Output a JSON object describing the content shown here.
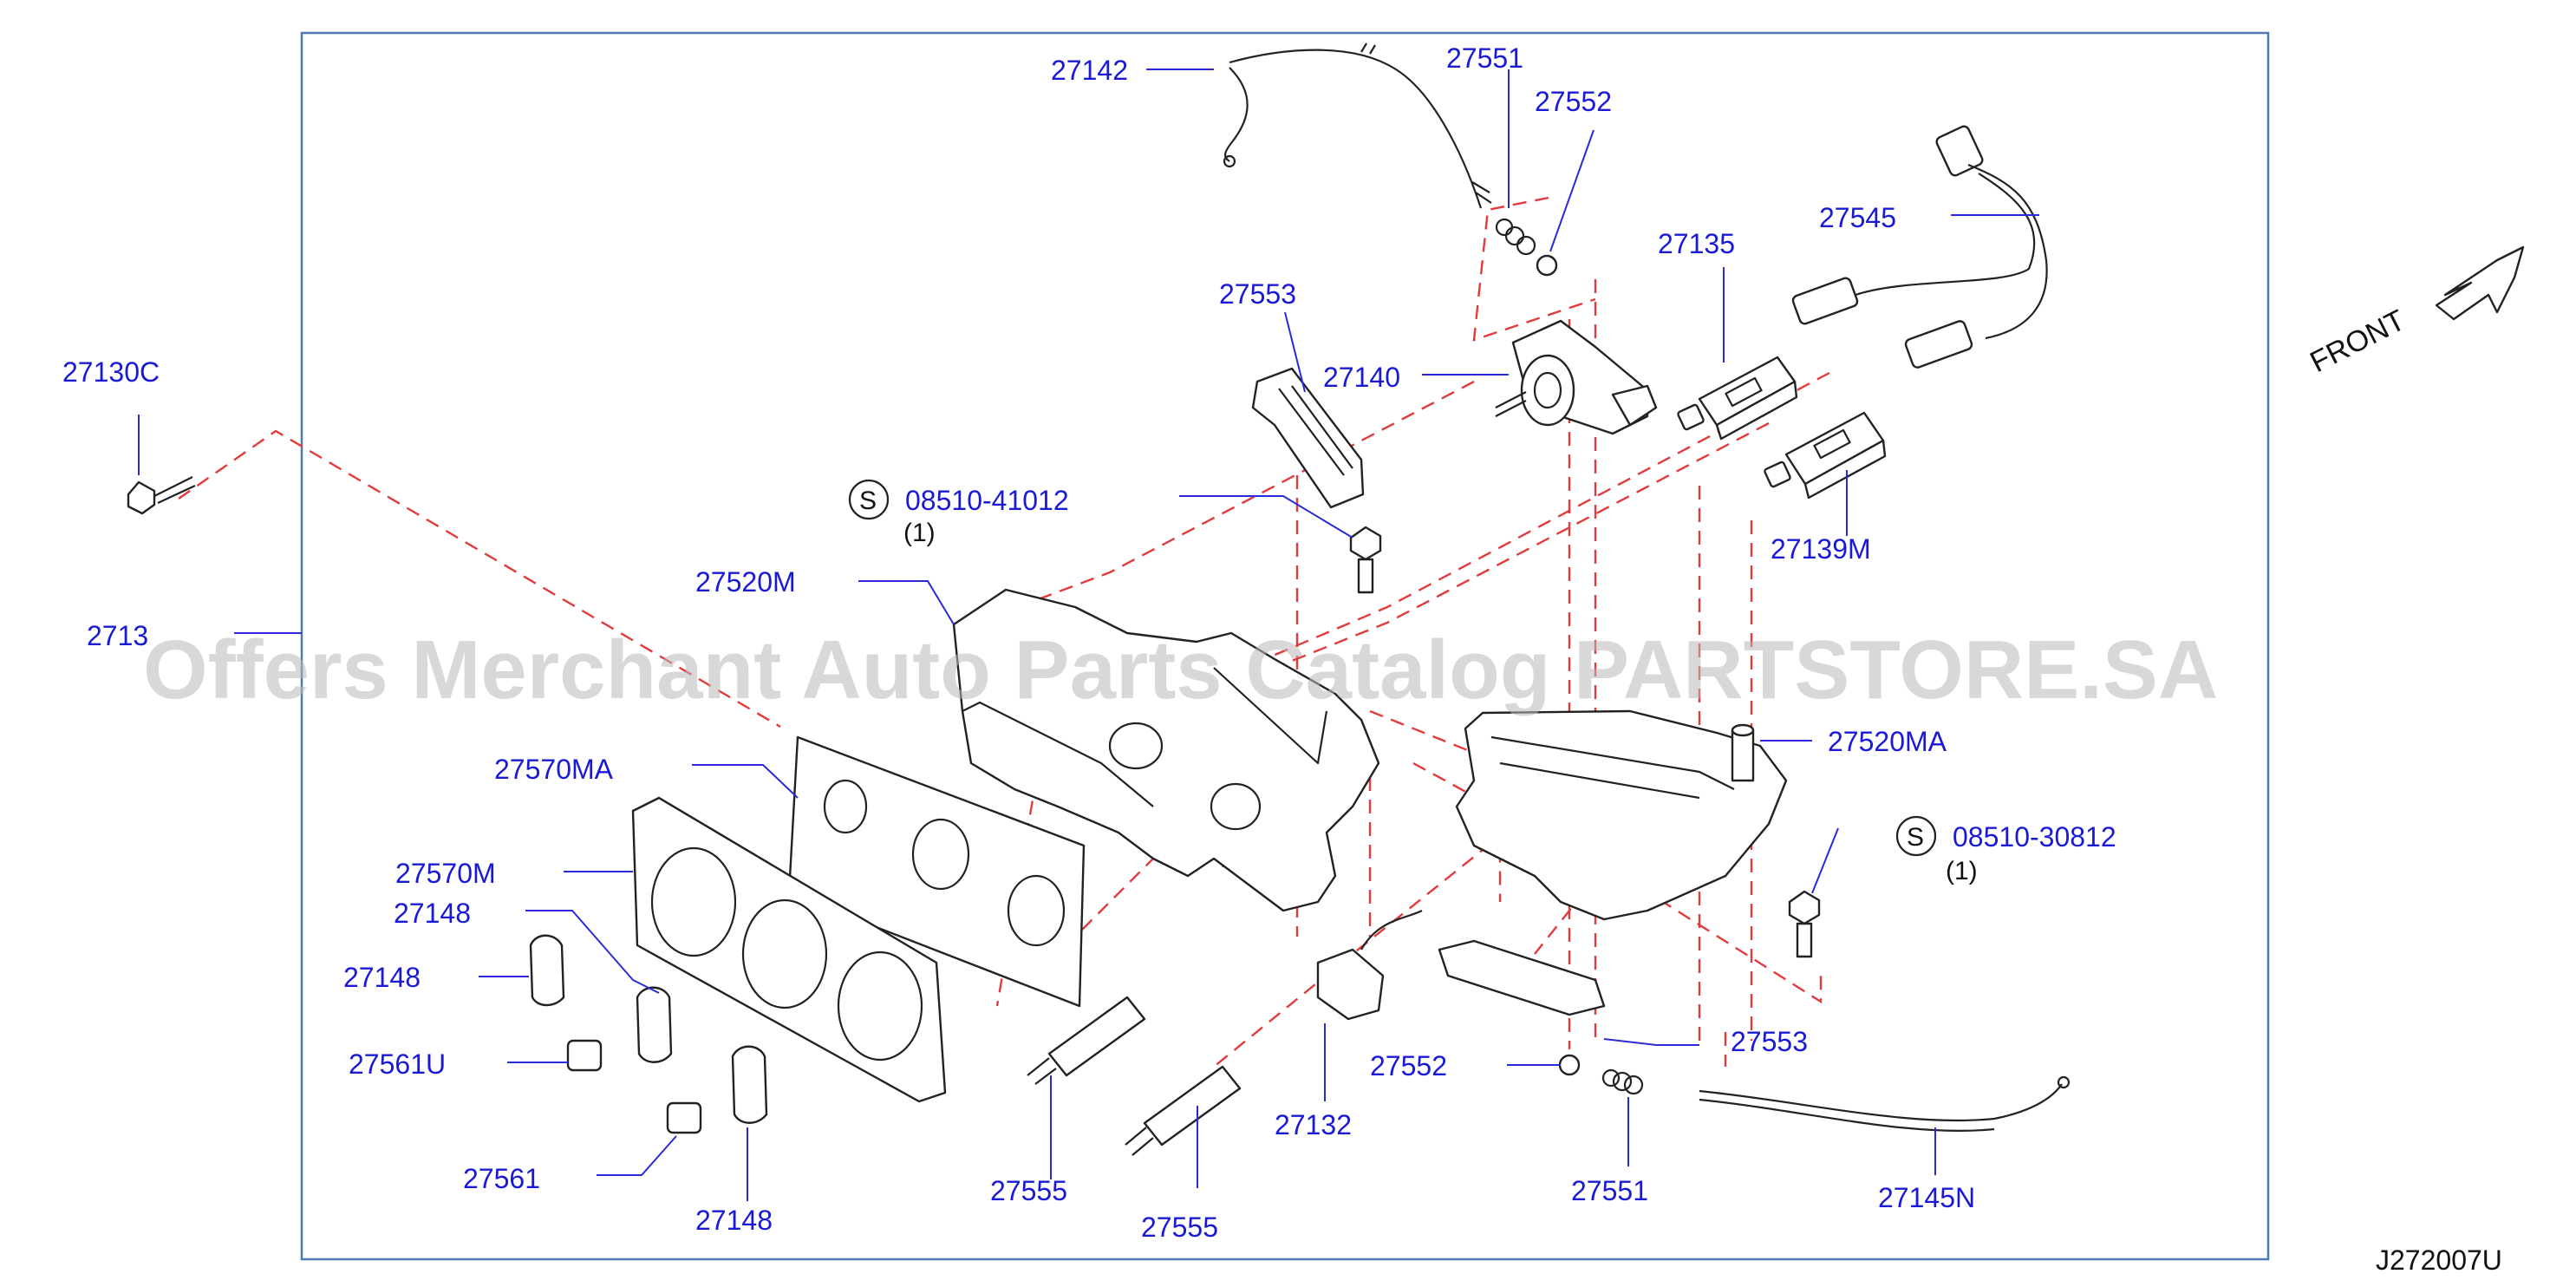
{
  "labels": {
    "p27142": "27142",
    "p27551a": "27551",
    "p27552a": "27552",
    "p27545": "27545",
    "p27135": "27135",
    "p27553a": "27553",
    "p27140": "27140",
    "p27130c": "27130C",
    "p08510_41012": "08510-41012",
    "p27139m": "27139M",
    "p27520m": "27520M",
    "p2713x": "2713",
    "p27570ma": "27570MA",
    "p27520ma": "27520MA",
    "p08510_30812": "08510-30812",
    "p27570m": "27570M",
    "p27148a": "27148",
    "p27148b": "27148",
    "p27561u": "27561U",
    "p27552b": "27552",
    "p27553b": "27553",
    "p27132": "27132",
    "p27561": "27561",
    "p27555a": "27555",
    "p27551b": "27551",
    "p27145n": "27145N",
    "p27148c": "27148",
    "p27555b": "27555"
  },
  "quantities": {
    "q41012": "(1)",
    "q30812": "(1)"
  },
  "symbols": {
    "s_mark": "S"
  },
  "direction_label": "FRONT",
  "diagram_code": "J272007U",
  "watermark": "Offers Merchant Auto Parts Catalog PARTSTORE.SA",
  "colors": {
    "label": "#1a1ad6",
    "frame": "#4f78b6",
    "dash": "#e33b3b",
    "line": "#222222"
  }
}
